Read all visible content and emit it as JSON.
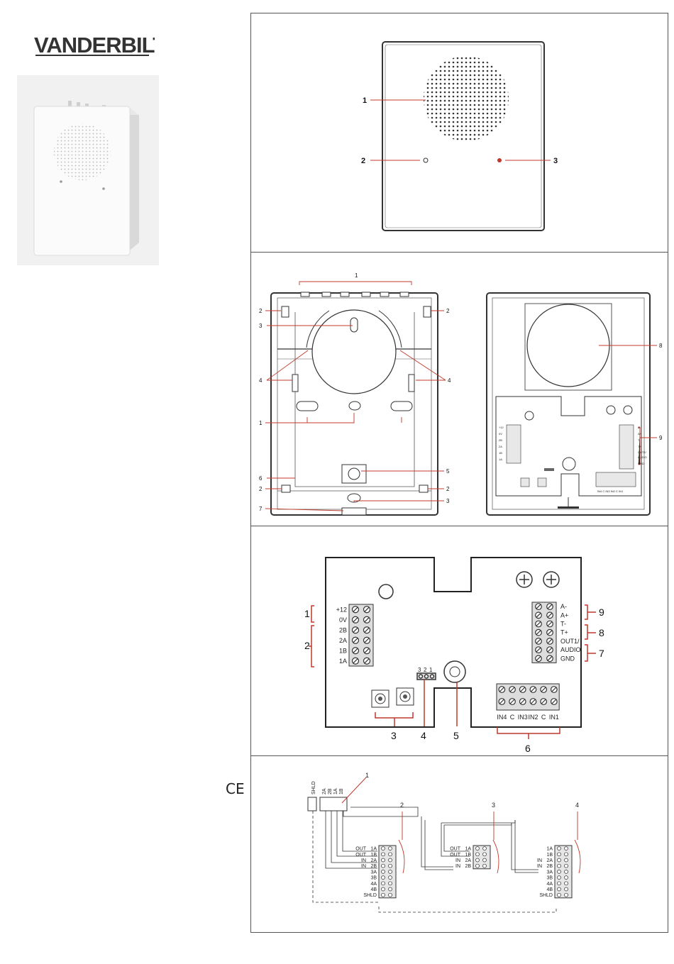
{
  "brand": {
    "name": "VANDERBILT"
  },
  "ce_mark": "CE",
  "panel1": {
    "callouts": [
      "1",
      "2",
      "3"
    ]
  },
  "panel2": {
    "left_callouts": {
      "c1_top": "1",
      "c2_left_top": "2",
      "c2_right_top": "2",
      "c3_top": "3",
      "c4_left": "4",
      "c4_right": "4",
      "c1_mid": "1",
      "c5": "5",
      "c6": "6",
      "c2_left_bot": "2",
      "c2_right_bot": "2",
      "c3_bot": "3",
      "c7": "7"
    },
    "right_callouts": {
      "c8": "8",
      "c9": "9"
    }
  },
  "panel3": {
    "left_terminals": [
      "+12",
      "0V",
      "2B",
      "2A",
      "1B",
      "1A"
    ],
    "right_terminals": [
      "A-",
      "A+",
      "T-",
      "T+",
      "OUT1/",
      "AUDIO",
      "GND"
    ],
    "bottom_terminals": [
      "IN4",
      "C",
      "IN3",
      "IN2",
      "C",
      "IN1"
    ],
    "jumper_pins": [
      "3",
      "2",
      "1"
    ],
    "callouts": {
      "c1": "1",
      "c2": "2",
      "c3": "3",
      "c4": "4",
      "c5": "5",
      "c6": "6",
      "c7": "7",
      "c8": "8",
      "c9": "9"
    }
  },
  "panel4": {
    "callouts": [
      "1",
      "2",
      "3",
      "4"
    ],
    "source_labels": [
      "SHLD",
      "2A",
      "2B",
      "1A",
      "1B"
    ],
    "device_labels": [
      "OUT",
      "OUT",
      "IN",
      "IN"
    ],
    "device_terminals": [
      "1A",
      "1B",
      "2A",
      "2B",
      "3A",
      "3B",
      "4A",
      "4B",
      "SHLD"
    ],
    "device_terminals_short": [
      "1A",
      "1B",
      "2A",
      "2B"
    ]
  }
}
